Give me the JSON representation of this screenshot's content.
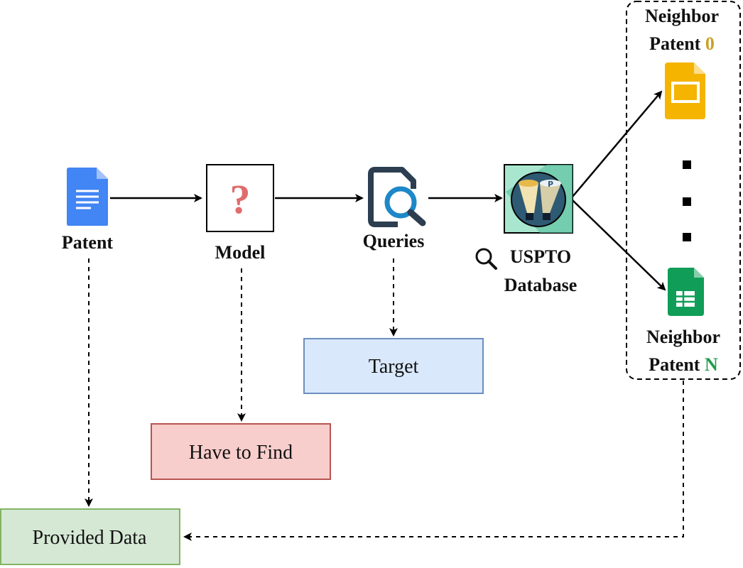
{
  "nodes": {
    "patent": {
      "label": "Patent"
    },
    "model": {
      "label": "Model",
      "symbol": "?"
    },
    "queries": {
      "label": "Queries"
    },
    "database": {
      "label_line1": "USPTO",
      "label_line2": "Database"
    },
    "neighbor_first": {
      "line1": "Neighbor",
      "line2": "Patent",
      "index": "0"
    },
    "neighbor_last": {
      "line1": "Neighbor",
      "line2": "Patent",
      "index": "N"
    },
    "ellipsis": [
      "■",
      "■",
      "■"
    ]
  },
  "boxes": {
    "target": "Target",
    "have_to_find": "Have to Find",
    "provided_data": "Provided Data"
  },
  "colors": {
    "doc_blue": "#4285F4",
    "slides_yellow": "#F4B400",
    "sheets_green": "#0F9D58",
    "model_question": "#E06C6C",
    "index_zero": "#C9A227",
    "index_n": "#1E9E4A",
    "target_fill": "#DAE8FC",
    "target_stroke": "#6C8EBF",
    "find_fill": "#F8CECC",
    "find_stroke": "#B85450",
    "provided_fill": "#D5E8D4",
    "provided_stroke": "#82B366"
  },
  "icons": {
    "patent": "google-docs-icon",
    "queries": "document-search-icon",
    "database": "uspto-database-icon",
    "database_search": "magnifier-icon",
    "neighbor_first": "google-slides-icon",
    "neighbor_last": "google-sheets-icon"
  }
}
